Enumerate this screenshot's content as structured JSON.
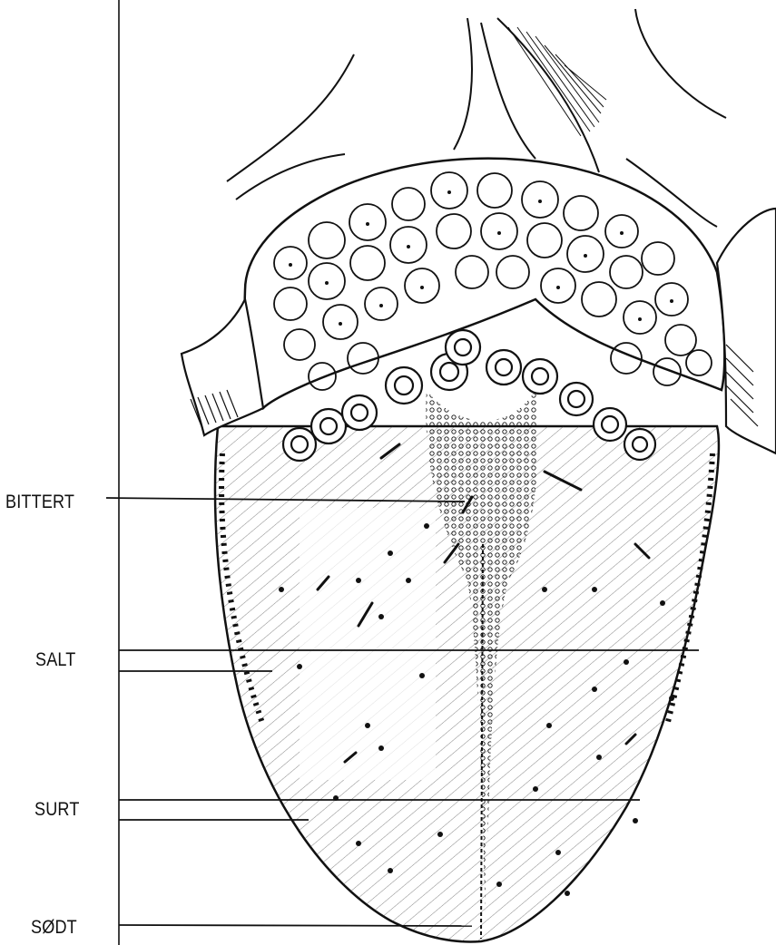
{
  "labels": {
    "bitter": "BITTERT",
    "salt": "SALT",
    "sour": "SURT",
    "sweet": "SØDT"
  },
  "colors": {
    "ink": "#111111",
    "background": "#ffffff"
  }
}
